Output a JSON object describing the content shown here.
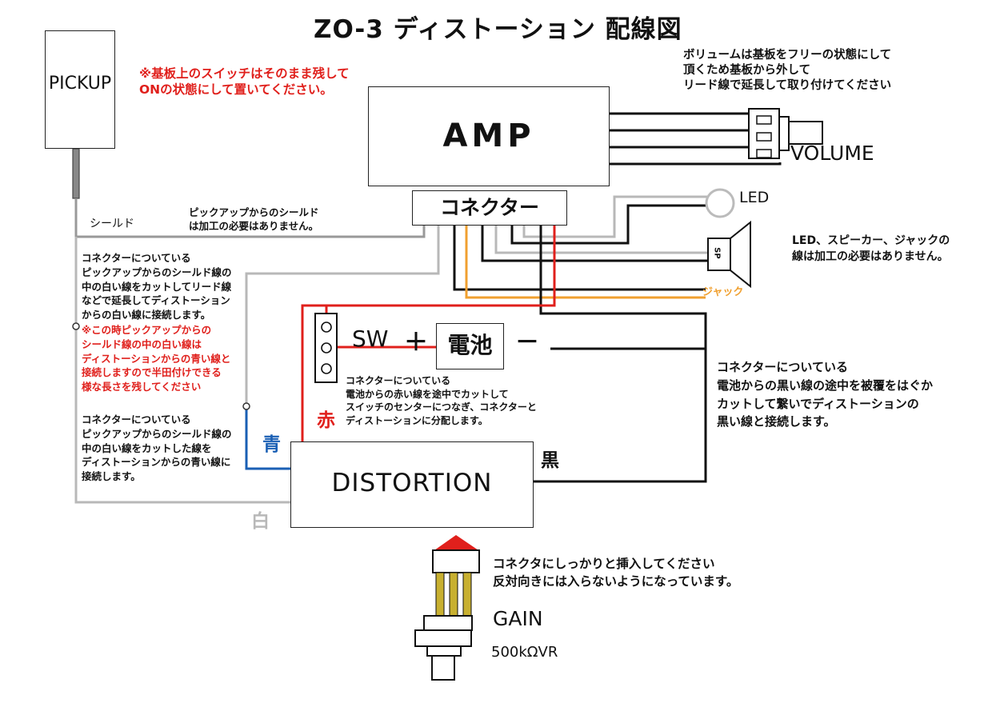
{
  "title": "ZO-3 ディストーション 配線図",
  "blocks": {
    "pickup": "PICKUP",
    "amp": "AMP",
    "connector": "コネクター",
    "volume": "VOLUME",
    "led": "LED",
    "speaker": "SP",
    "jack": "ジャック",
    "sw": "SW",
    "plus": "＋",
    "battery": "電池",
    "minus": "－",
    "distortion": "DISTORTION",
    "gain": "GAIN",
    "gain_value": "500kΩVR"
  },
  "wire_labels": {
    "shield": "シールド",
    "blue": "青",
    "red": "赤",
    "white": "白",
    "black": "黒"
  },
  "notes": {
    "switch_note": "※基板上のスイッチはそのまま残して\nONの状態にして置いてください。",
    "volume_note": "ボリュームは基板をフリーの状態にして\n頂くため基板から外して\nリード線で延長して取り付けてください",
    "shield_note": "ピックアップからのシールド\nは加工の必要はありません。",
    "led_sp_jack_note": "LED、スピーカー、ジャックの\n線は加工の必要はありません。",
    "left_note_1": "コネクターについている\nピックアップからのシールド線の\n中の白い線をカットしてリード線\nなどで延長してディストーション\nからの白い線に接続します。",
    "left_note_warning": "※この時ピックアップからの\nシールド線の中の白い線は\nディストーションからの青い線と\n接続しますので半田付けできる\n様な長さを残してください",
    "left_note_2": "コネクターについている\nピックアップからのシールド線の\n中の白い線をカットした線を\nディストーションからの青い線に\n接続します。",
    "battery_black_note": "コネクターについている\n電池からの黒い線の途中を被覆をはぐか\nカットして繋いでディストーションの\n黒い線と接続します。",
    "battery_red_note": "コネクターについている\n電池からの赤い線を途中でカットして\nスイッチのセンターにつなぎ、コネクターと\nディストーションに分配します。",
    "gain_connector_note": "コネクタにしっかりと挿入してください\n反対向きには入らないようになっています。"
  },
  "colors": {
    "black_wire": "#111111",
    "gray_wire": "#b8b8b8",
    "red_wire": "#e0201c",
    "orange_wire": "#f0a030",
    "blue_wire": "#1a5fb4",
    "gain_wire": "#c8b030",
    "warning_text": "#e0201c",
    "jack_label": "#f0a030",
    "blue_label": "#1a5fb4",
    "red_label": "#e0201c",
    "white_label": "#b8b8b8"
  }
}
